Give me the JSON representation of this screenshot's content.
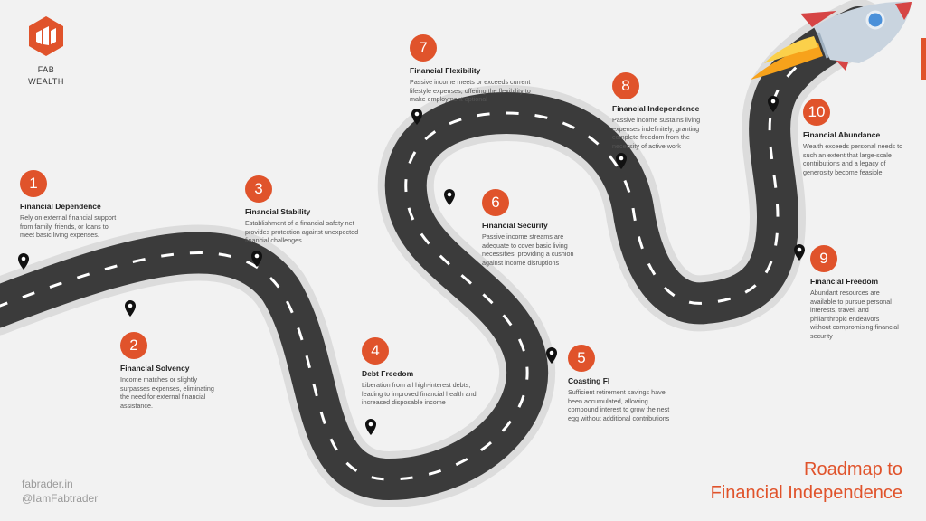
{
  "brand": {
    "name_line1": "FAB",
    "name_line2": "WEALTH"
  },
  "credits": {
    "site": "fabrader.in",
    "handle": "@IamFabtrader"
  },
  "headline": {
    "line1": "Roadmap to",
    "line2": "Financial Independence"
  },
  "colors": {
    "accent": "#e0532b",
    "road": "#3b3b3b",
    "road_edge": "#dcdcdc",
    "rocket_body": "#c9d4df",
    "rocket_fins": "#d64545"
  },
  "steps": [
    {
      "number": "1",
      "title": "Financial Dependence",
      "description": "Rely on external financial support from family, friends, or loans to meet basic living expenses."
    },
    {
      "number": "2",
      "title": "Financial Solvency",
      "description": "Income matches or slightly surpasses expenses, eliminating the need for external financial assistance."
    },
    {
      "number": "3",
      "title": "Financial Stability",
      "description": "Establishment of a financial safety net provides protection against unexpected financial challenges."
    },
    {
      "number": "4",
      "title": "Debt Freedom",
      "description": "Liberation from all high-interest debts, leading to improved financial health and increased disposable income"
    },
    {
      "number": "5",
      "title": "Coasting FI",
      "description": "Sufficient retirement savings have been accumulated, allowing compound interest to grow the nest egg without additional contributions"
    },
    {
      "number": "6",
      "title": "Financial Security",
      "description": "Passive income streams are adequate to cover basic living necessities, providing a cushion against income disruptions"
    },
    {
      "number": "7",
      "title": "Financial Flexibility",
      "description": "Passive income meets or exceeds current lifestyle expenses, offering the flexibility to make employment optional"
    },
    {
      "number": "8",
      "title": "Financial Independence",
      "description": "Passive income sustains living expenses indefinitely, granting complete freedom from the necessity of active work"
    },
    {
      "number": "9",
      "title": "Financial Freedom",
      "description": "Abundant resources are available to pursue personal interests, travel, and philanthropic endeavors without compromising financial security"
    },
    {
      "number": "10",
      "title": "Financial Abundance",
      "description": "Wealth exceeds personal needs to such an extent that large-scale contributions and a legacy of generosity become feasible"
    }
  ]
}
